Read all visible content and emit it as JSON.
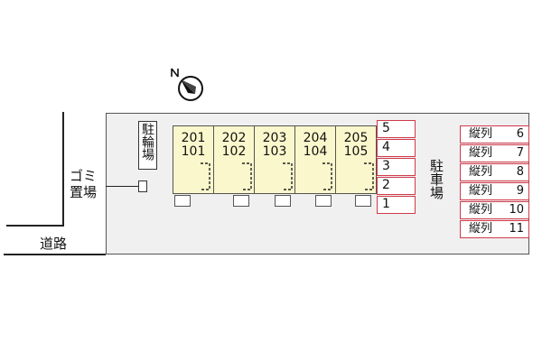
{
  "labels": {
    "bicycle_parking": "駐輪場",
    "garbage": "ゴミ置場",
    "garbage_line1": "ゴミ",
    "garbage_line2": "置場",
    "road": "道路",
    "parking": "駐車場"
  },
  "units": [
    {
      "upper": "201",
      "lower": "101"
    },
    {
      "upper": "202",
      "lower": "102"
    },
    {
      "upper": "203",
      "lower": "103"
    },
    {
      "upper": "204",
      "lower": "104"
    },
    {
      "upper": "205",
      "lower": "105"
    }
  ],
  "parking_slots": [
    "5",
    "4",
    "3",
    "2",
    "1"
  ],
  "column_slots": [
    {
      "label": "縦列",
      "number": "6"
    },
    {
      "label": "縦列",
      "number": "7"
    },
    {
      "label": "縦列",
      "number": "8"
    },
    {
      "label": "縦列",
      "number": "9"
    },
    {
      "label": "縦列",
      "number": "10"
    },
    {
      "label": "縦列",
      "number": "11"
    }
  ],
  "compass_icon": "north-arrow-icon",
  "colors": {
    "building_fill": "#fbf7cc",
    "parking_border": "#d03a4a",
    "site_fill": "#f0f0f0"
  }
}
